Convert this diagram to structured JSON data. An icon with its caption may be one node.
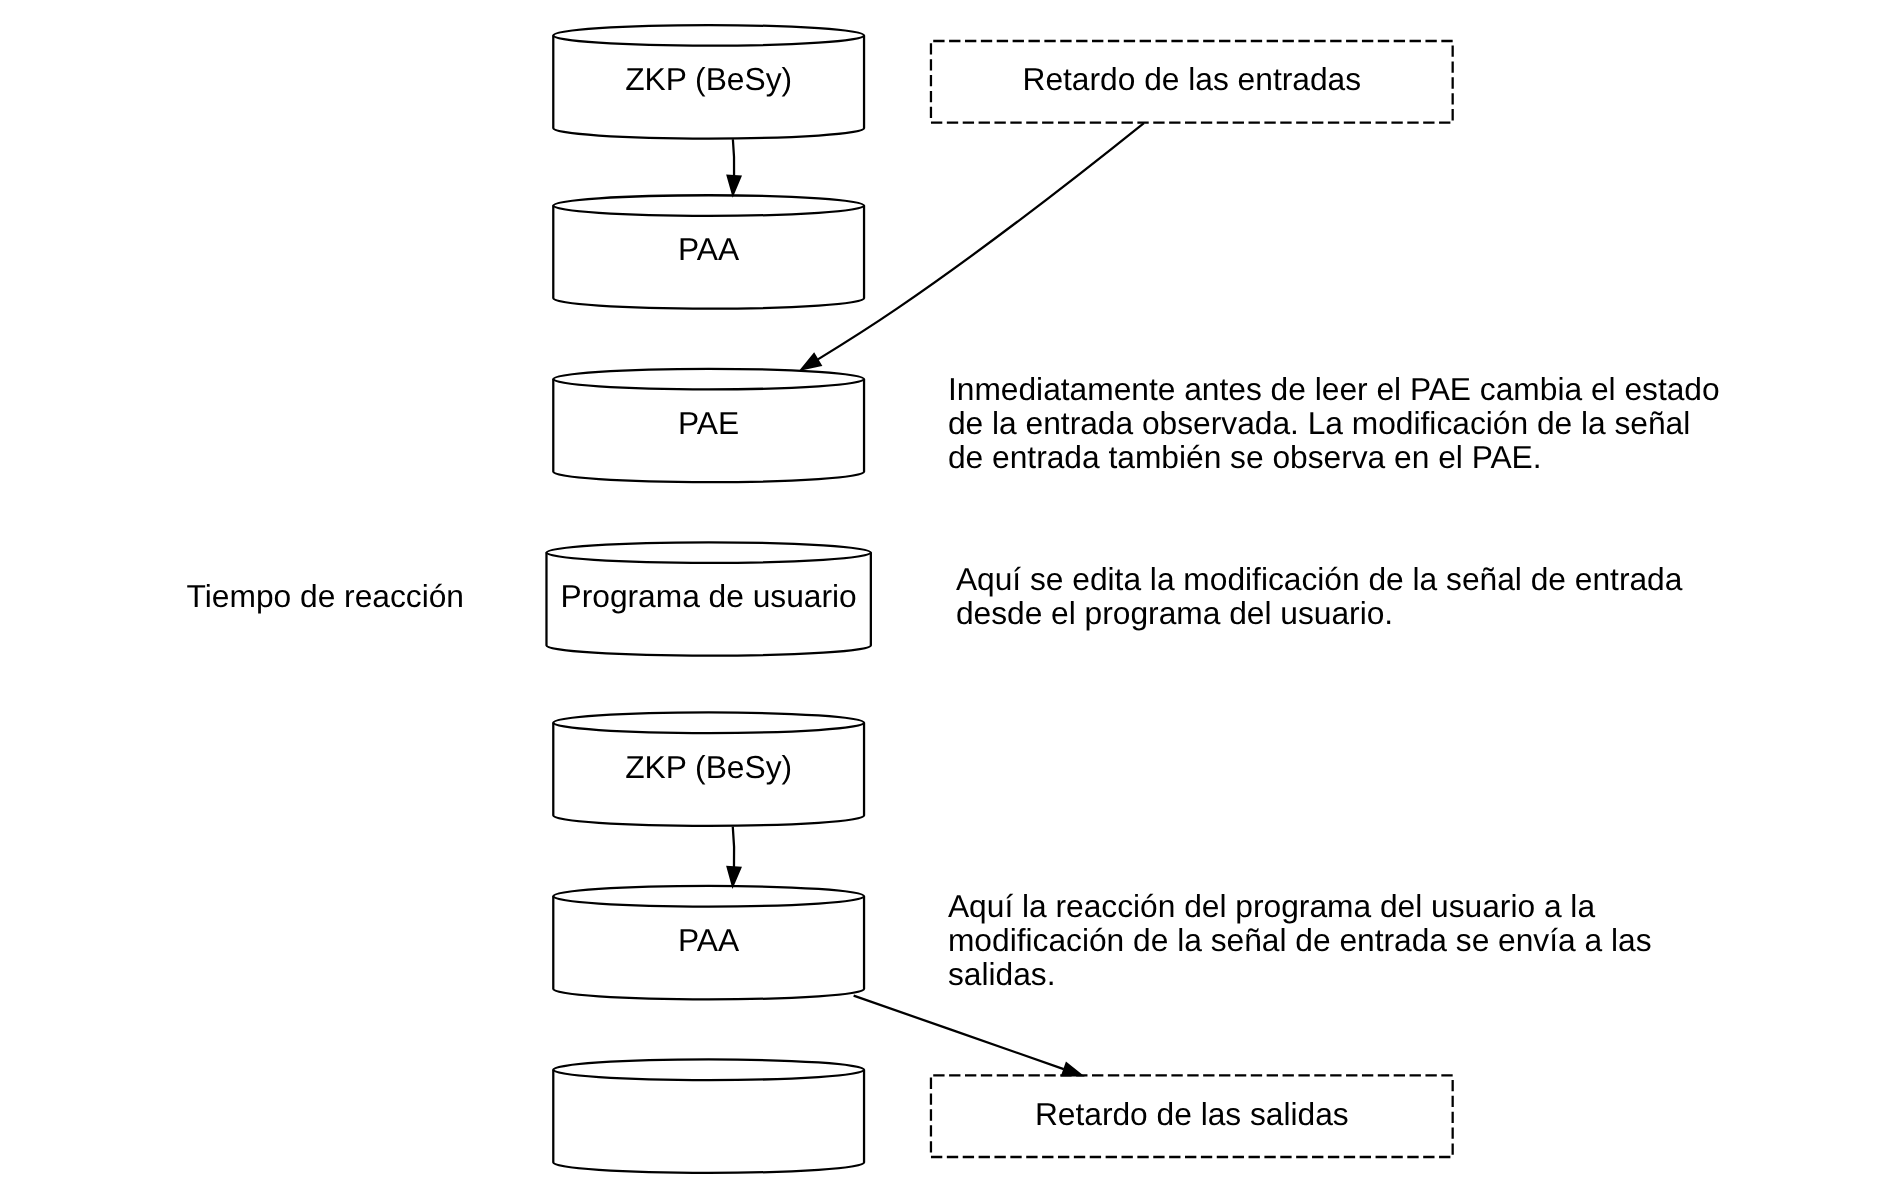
{
  "diagram": {
    "nodes": [
      {
        "text": [
          "ZKP (BeSy)"
        ]
      },
      {
        "text": [
          "PAA"
        ]
      },
      {
        "text": [
          "PAE"
        ]
      },
      {
        "text": [
          "Programa de usuario"
        ]
      },
      {
        "text": [
          "ZKP (BeSy)"
        ]
      },
      {
        "text": [
          "PAA"
        ]
      },
      {
        "text": [],
        "shape": "cylinder"
      },
      {
        "text": [
          "Retardo de las entradas"
        ]
      },
      {
        "text": [
          "Retardo de las salidas"
        ]
      }
    ],
    "edges": [
      {
        "from": 0,
        "to": 1,
        "arrow": "to"
      },
      {
        "from": 7,
        "to": 2,
        "arrow": "to"
      },
      {
        "from": 4,
        "to": 5,
        "arrow": "to"
      },
      {
        "from": 5,
        "to": 8,
        "arrow": "to"
      }
    ],
    "labels": [
      "Tiempo de reacción",
      "Inmediatamente antes de leer el PAE cambia el estado de la entrada observada. La modificación de la señal de entrada también se observa en el PAE.",
      "Aquí se edita la modificación de la señal de entrada desde el programa del usuario.",
      "Aquí la reacción del programa del usuario a la modificación de la señal de entrada se envía a las salidas."
    ]
  }
}
